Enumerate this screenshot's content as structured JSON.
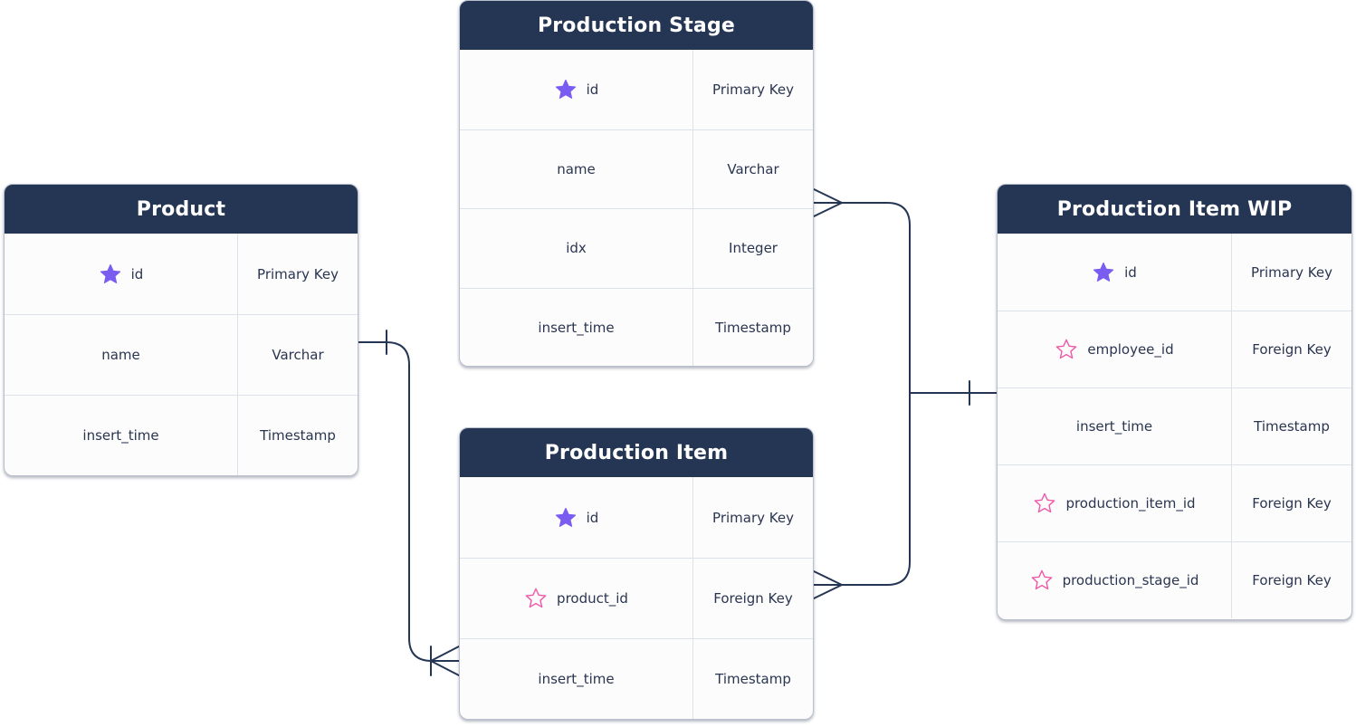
{
  "entities": {
    "product": {
      "title": "Product",
      "rows": [
        {
          "name": "id",
          "type": "Primary Key",
          "icon": "primary-key-icon"
        },
        {
          "name": "name",
          "type": "Varchar"
        },
        {
          "name": "insert_time",
          "type": "Timestamp"
        }
      ]
    },
    "production_stage": {
      "title": "Production Stage",
      "rows": [
        {
          "name": "id",
          "type": "Primary Key",
          "icon": "primary-key-icon"
        },
        {
          "name": "name",
          "type": "Varchar"
        },
        {
          "name": "idx",
          "type": "Integer"
        },
        {
          "name": "insert_time",
          "type": "Timestamp"
        }
      ]
    },
    "production_item": {
      "title": "Production Item",
      "rows": [
        {
          "name": "id",
          "type": "Primary Key",
          "icon": "primary-key-icon"
        },
        {
          "name": "product_id",
          "type": "Foreign Key",
          "icon": "foreign-key-icon"
        },
        {
          "name": "insert_time",
          "type": "Timestamp"
        }
      ]
    },
    "production_item_wip": {
      "title": "Production Item WIP",
      "rows": [
        {
          "name": "id",
          "type": "Primary Key",
          "icon": "primary-key-icon"
        },
        {
          "name": "employee_id",
          "type": "Foreign Key",
          "icon": "foreign-key-icon"
        },
        {
          "name": "insert_time",
          "type": "Timestamp"
        },
        {
          "name": "production_item_id",
          "type": "Foreign Key",
          "icon": "foreign-key-icon"
        },
        {
          "name": "production_stage_id",
          "type": "Foreign Key",
          "icon": "foreign-key-icon"
        }
      ]
    }
  },
  "colors": {
    "header": "#253655",
    "primary_key_star": "#7b5cf0",
    "foreign_key_star": "#ee5aa8",
    "connector": "#253655"
  },
  "relationships": [
    {
      "from": "product",
      "to": "production_item",
      "from_cardinality": "one",
      "to_cardinality": "many"
    },
    {
      "from": "production_item_wip",
      "to": "production_stage",
      "from_cardinality": "one",
      "to_cardinality": "many"
    },
    {
      "from": "production_item_wip",
      "to": "production_item",
      "from_cardinality": "one",
      "to_cardinality": "many"
    }
  ]
}
